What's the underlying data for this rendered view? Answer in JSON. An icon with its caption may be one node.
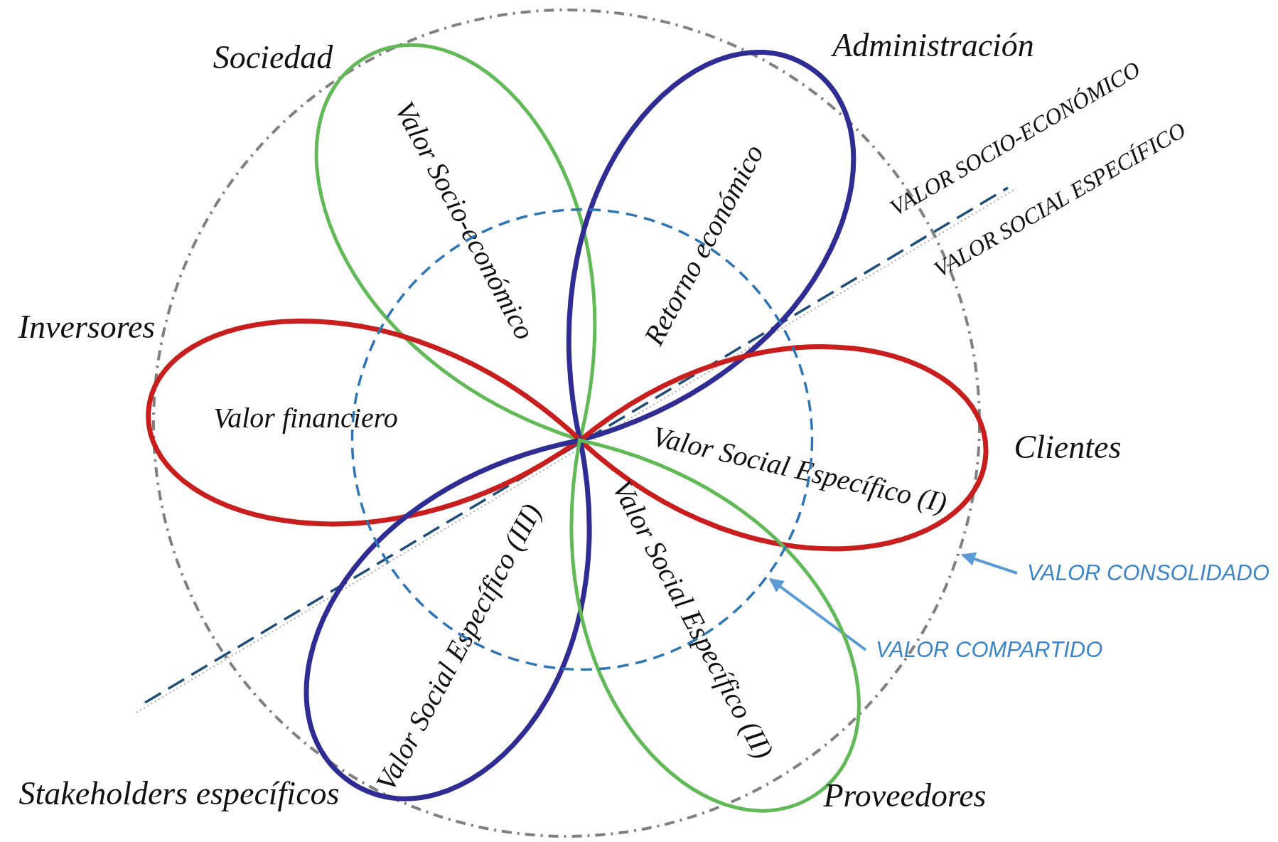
{
  "diagram": {
    "nodes": [
      {
        "text": [
          "Valor Socio-económico"
        ],
        "in": 6
      },
      {
        "text": [
          "Retorno económico"
        ],
        "in": 6
      },
      {
        "text": [
          "Valor financiero"
        ],
        "in": 6
      },
      {
        "text": [
          "Valor Social Específico (I)"
        ],
        "in": 6
      },
      {
        "text": [
          "Valor Social Específico (III)"
        ],
        "in": 6
      },
      {
        "text": [
          "Valor Social Específico (II)"
        ],
        "in": 6
      },
      {
        "text": [],
        "shape": "circle"
      },
      {
        "text": [],
        "shape": "circle",
        "in": 6
      },
      {
        "text": [
          "VALOR CONSOLIDADO"
        ]
      },
      {
        "text": [
          "VALOR COMPARTIDO"
        ]
      }
    ],
    "edges": [
      {
        "from": 8,
        "to": 6,
        "arrow": "to"
      },
      {
        "from": 9,
        "to": 7,
        "arrow": "to"
      }
    ],
    "labels": [
      "Sociedad",
      "Administración",
      "VALOR SOCIO-ECONÓMICO",
      "VALOR SOCIAL ESPECÍFICO",
      "Inversores",
      "Clientes",
      "Stakeholders específicos",
      "Proveedores"
    ]
  }
}
